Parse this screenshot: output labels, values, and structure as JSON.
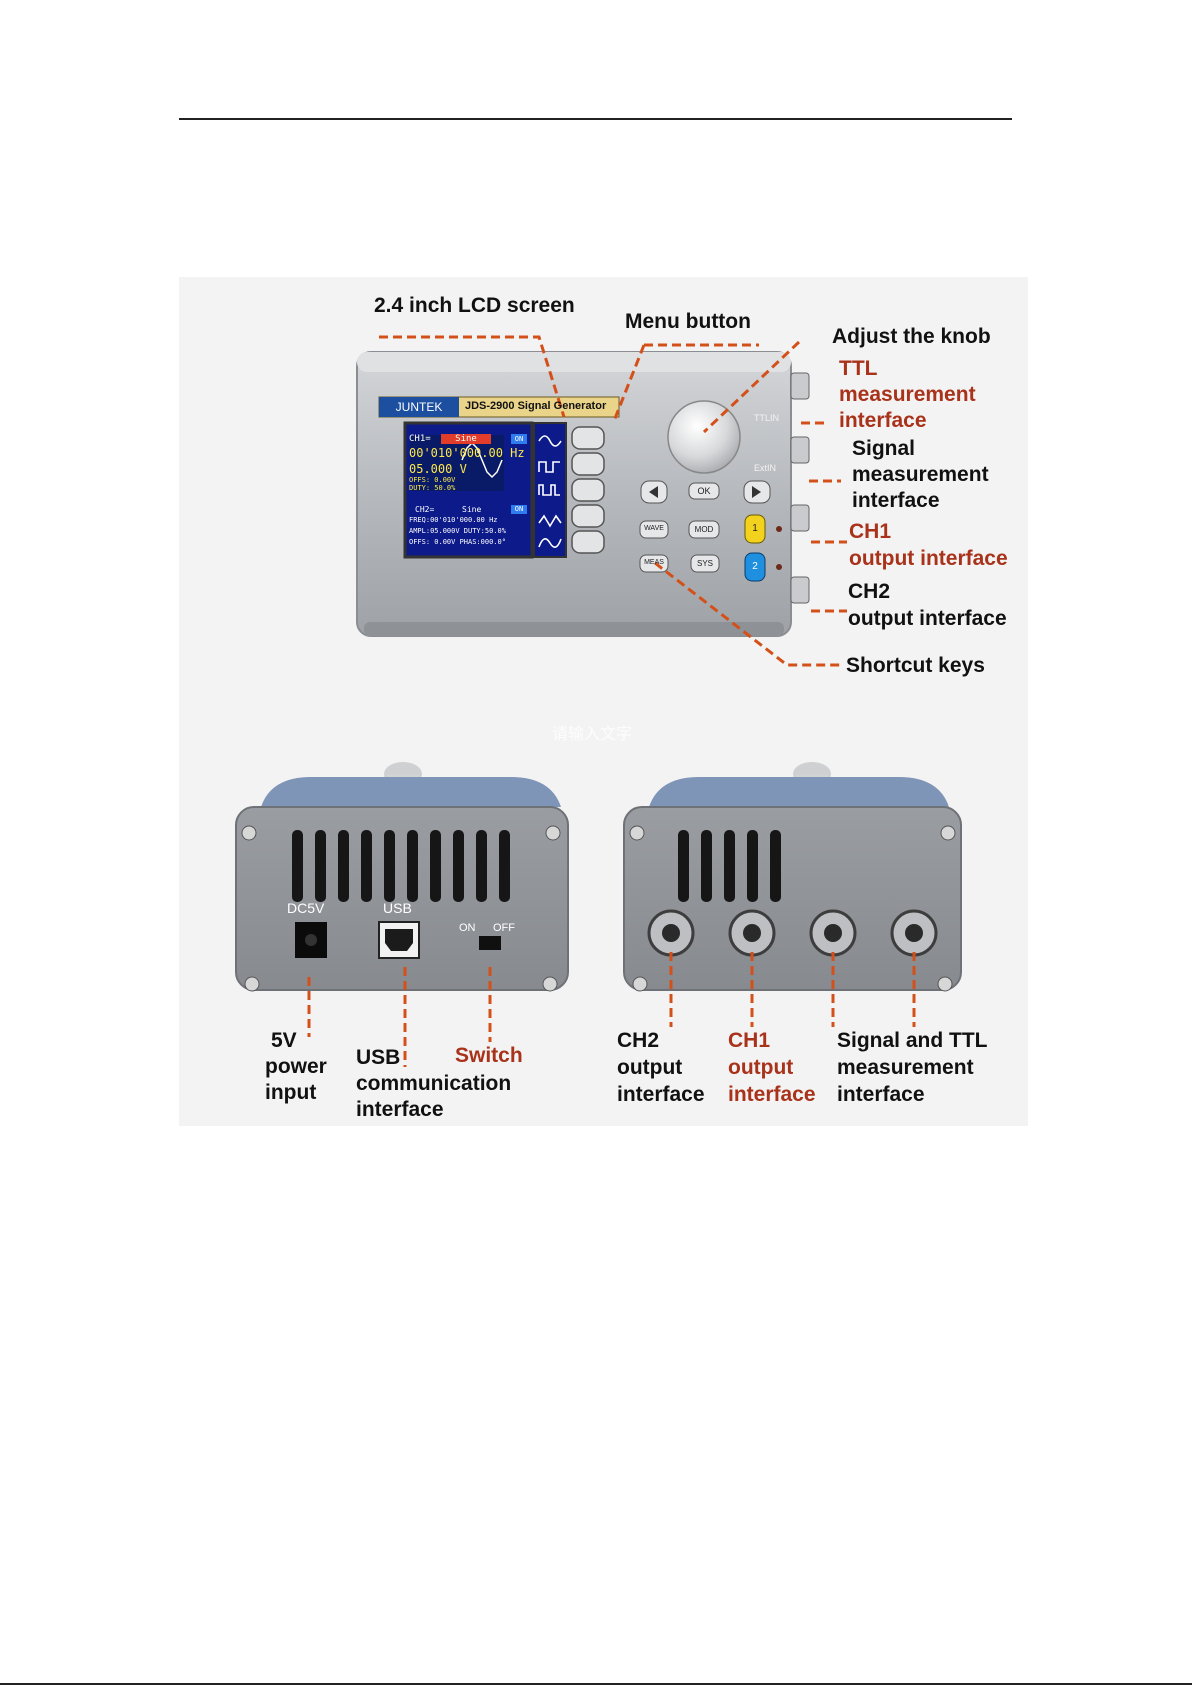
{
  "device": {
    "brand": "JUNTEK",
    "model": "JDS-2900 Signal Generator",
    "lcd": {
      "ch1_label": "CH1=",
      "ch1_wave": "Sine",
      "ch1_state": "ON",
      "ch1_freq": "00'010'000.00",
      "ch1_freq_unit": "Hz",
      "ch1_ampl": "05.000",
      "ch1_ampl_unit": "V",
      "ch1_offs": "OFFS: 0.00V",
      "ch1_duty": "DUTY: 50.0%",
      "ch2_label": "CH2=",
      "ch2_wave": "Sine",
      "ch2_state": "ON",
      "ch2_freq": "FREQ:00'010'000.00 Hz",
      "ch2_ampl": "AMPL:05.000V DUTY:50.0%",
      "ch2_offs": "OFFS: 0.00V PHAS:000.0°"
    },
    "buttons": {
      "ok": "OK",
      "wave": "WAVE",
      "mod": "MOD",
      "meas": "MEAS",
      "sys": "SYS",
      "ch1": "1",
      "ch2": "2"
    },
    "side_labels": {
      "ttl_in": "TTLIN",
      "ext_in": "ExtIN"
    },
    "rear_labels": {
      "dc5v": "DC5V",
      "usb": "USB",
      "on": "ON",
      "off": "OFF"
    },
    "watermark": "请输入文字"
  },
  "callouts": {
    "lcd": "2.4 inch LCD screen",
    "menu": "Menu button",
    "knob": "Adjust the knob",
    "ttl": [
      "TTL",
      "measurement",
      "interface"
    ],
    "signal": [
      "Signal",
      "measurement",
      "interface"
    ],
    "ch1_out": [
      "CH1",
      "output interface"
    ],
    "ch2_out": [
      "CH2",
      "output interface"
    ],
    "shortcut": "Shortcut keys",
    "power": [
      "5V",
      "power",
      "input"
    ],
    "usb": [
      "USB",
      "communication",
      "interface"
    ],
    "switch": "Switch",
    "rear_ch2": [
      "CH2",
      "output",
      "interface"
    ],
    "rear_ch1": [
      "CH1",
      "output",
      "interface"
    ],
    "rear_sig": [
      "Signal and TTL",
      "measurement",
      "interface"
    ]
  },
  "colors": {
    "accent_red": "#a8321a",
    "dash_orange": "#d4501a",
    "panel_gray": "#b9bcc0",
    "lcd_bg": "#0d1a8a"
  }
}
